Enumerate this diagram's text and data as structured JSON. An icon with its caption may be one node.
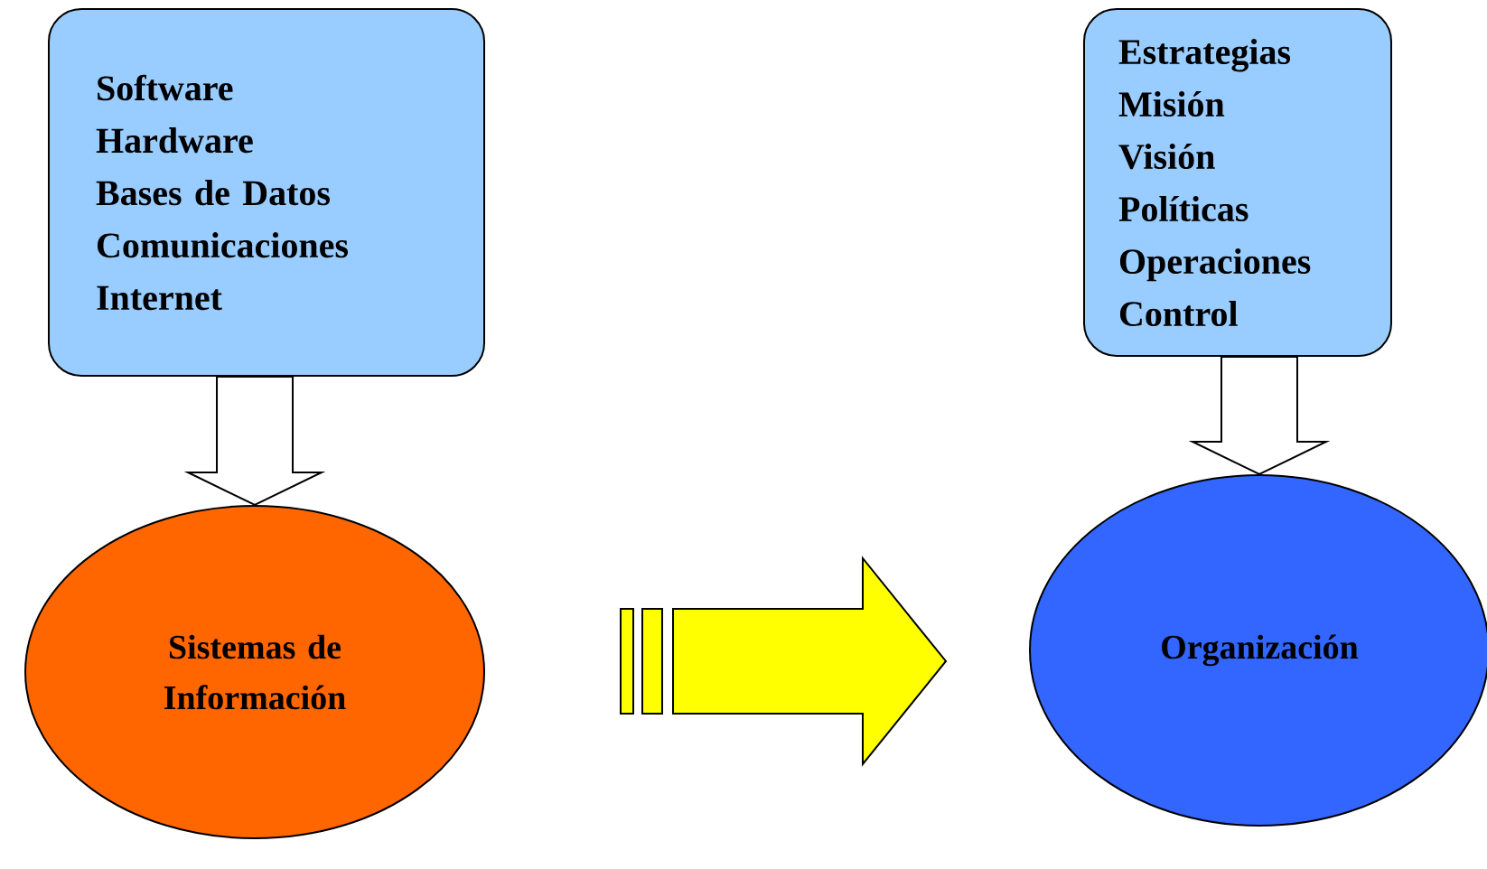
{
  "diagram": {
    "nodes": [
      {
        "text": [
          "Software",
          "Hardware",
          "Bases de Datos",
          "Comunicaciones",
          "Internet"
        ]
      },
      {
        "text": [
          "Estrategias",
          "Misión",
          "Visión",
          "Políticas",
          "Operaciones",
          "Control"
        ]
      },
      {
        "text": [
          "Sistemas de Información"
        ]
      },
      {
        "text": [
          "Organización"
        ]
      }
    ],
    "edges": [
      {
        "from": 0,
        "to": 2,
        "arrow": "to"
      },
      {
        "from": 1,
        "to": 3,
        "arrow": "to"
      },
      {
        "from": 2,
        "to": 3,
        "arrow": "to",
        "color": "#ffff00"
      }
    ]
  }
}
